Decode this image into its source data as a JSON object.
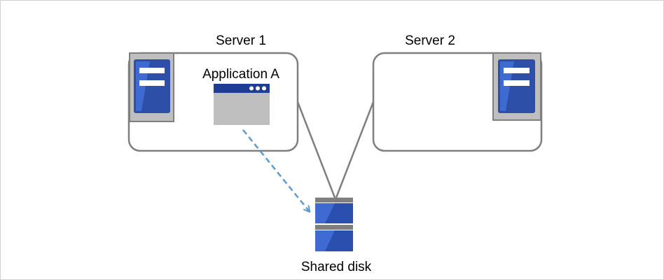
{
  "diagram": {
    "server1": {
      "label": "Server 1",
      "icon": "server-icon"
    },
    "server2": {
      "label": "Server 2",
      "icon": "server-icon"
    },
    "application": {
      "label": "Application A",
      "icon": "app-window-icon"
    },
    "disk": {
      "label": "Shared disk",
      "icon": "disk-icon"
    }
  },
  "colors": {
    "frame": "#d0d0d0",
    "box_stroke": "#7f7f7f",
    "server_panel": "#bfbfbf",
    "server_body": "#2d4fa8",
    "server_shine": "#3e6ad1",
    "window_title": "#1f3d94",
    "window_body": "#bfbfbf",
    "arrow": "#5b9bd5",
    "disk_cap": "#7f7f7f",
    "disk_body": "#2a4fae"
  }
}
